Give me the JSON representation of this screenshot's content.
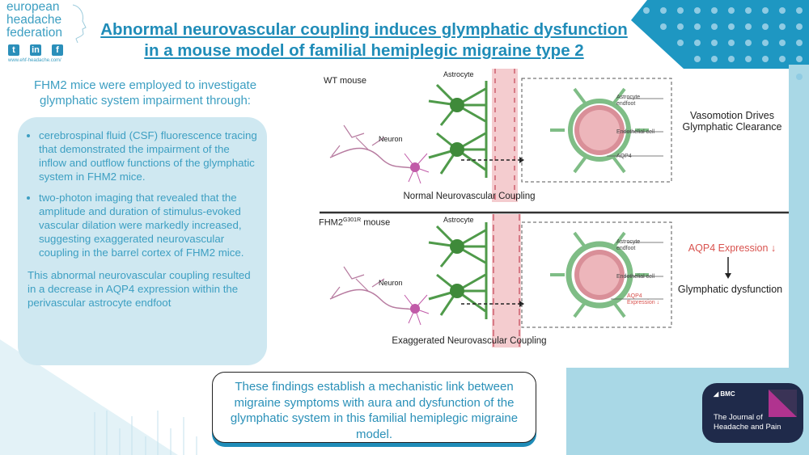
{
  "header": {
    "logo": {
      "line1": "european",
      "line2": "headache",
      "line3": "federation",
      "url": "www.ehf-headache.com/"
    },
    "social": [
      {
        "icon": "twitter-icon",
        "glyph": "t"
      },
      {
        "icon": "linkedin-icon",
        "glyph": "in"
      },
      {
        "icon": "facebook-icon",
        "glyph": "f"
      }
    ],
    "title_line1": "Abnormal neurovascular coupling induces glymphatic dysfunction",
    "title_line2": "in a mouse model of familial hemiplegic migraine type 2"
  },
  "left": {
    "intro": "FHM2 mice were employed to investigate glymphatic system impairment through:",
    "bullets": [
      "cerebrospinal fluid (CSF) fluorescence tracing that demonstrated the impairment of the inflow and outflow functions of the glymphatic system in FHM2 mice.",
      "two-photon imaging that revealed that the amplitude and duration of stimulus-evoked vascular dilation were markedly increased, suggesting exaggerated neurovascular coupling in the barrel cortex of FHM2 mice."
    ],
    "conclusion": "This abnormal neurovascular coupling resulted in a decrease in AQP4 expression within the perivascular astrocyte endfoot"
  },
  "diagram": {
    "wt": {
      "label": "WT mouse",
      "astrocyte": "Astrocyte",
      "neuron": "Neuron",
      "endfoot": "Astrocyte endfoot",
      "endothelial": "Endothelial cell",
      "aqp4": "AQP4",
      "outcome_line1": "Vasomotion Drives",
      "outcome_line2": "Glymphatic Clearance",
      "caption": "Normal Neurovascular Coupling"
    },
    "fhm2": {
      "label": "FHM2",
      "label_sup": "G301R",
      "label_suffix": " mouse",
      "astrocyte": "Astrocyte",
      "neuron": "Neuron",
      "endfoot": "Astrocyte endfoot",
      "endothelial": "Endothelial cell",
      "aqp4_line1": "AQP4",
      "aqp4_line2": "Expression ↓",
      "outcome_top": "AQP4 Expression ↓",
      "outcome_bottom": "Glymphatic dysfunction",
      "caption": "Exaggerated Neurovascular Coupling"
    }
  },
  "conclusion_box": "These findings establish a mechanistic link between migraine symptoms with aura and dysfunction of the glymphatic system in this familial hemiplegic migraine model.",
  "journal": {
    "publisher": "BMC",
    "name_line1": "The Journal of",
    "name_line2": "Headache and Pain"
  },
  "colors": {
    "accent": "#1f8cb8",
    "light": "#cfe8f1",
    "navy": "#1f2a4a",
    "red": "#d9534f",
    "green": "#4f9a4a"
  }
}
